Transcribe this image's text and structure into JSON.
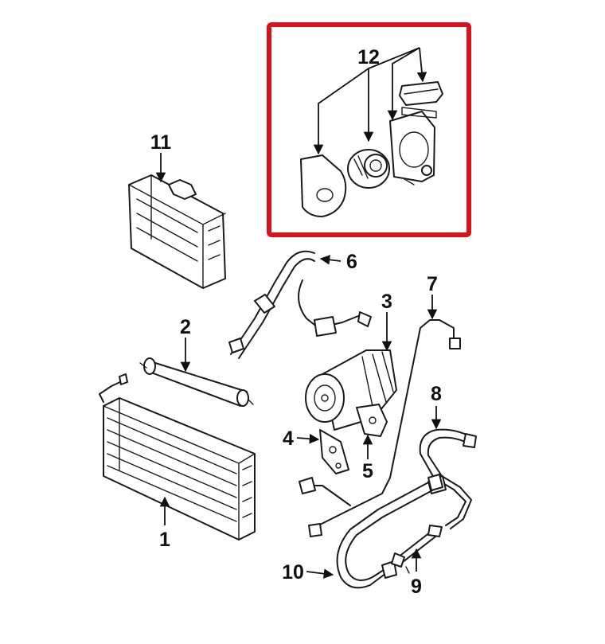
{
  "highlight": {
    "color": "#d6131c",
    "target_part": "12"
  },
  "callouts": {
    "c1": "1",
    "c2": "2",
    "c3": "3",
    "c4": "4",
    "c5": "5",
    "c6": "6",
    "c7": "7",
    "c8": "8",
    "c9": "9",
    "c10": "10",
    "c11": "11",
    "c12": "12"
  }
}
